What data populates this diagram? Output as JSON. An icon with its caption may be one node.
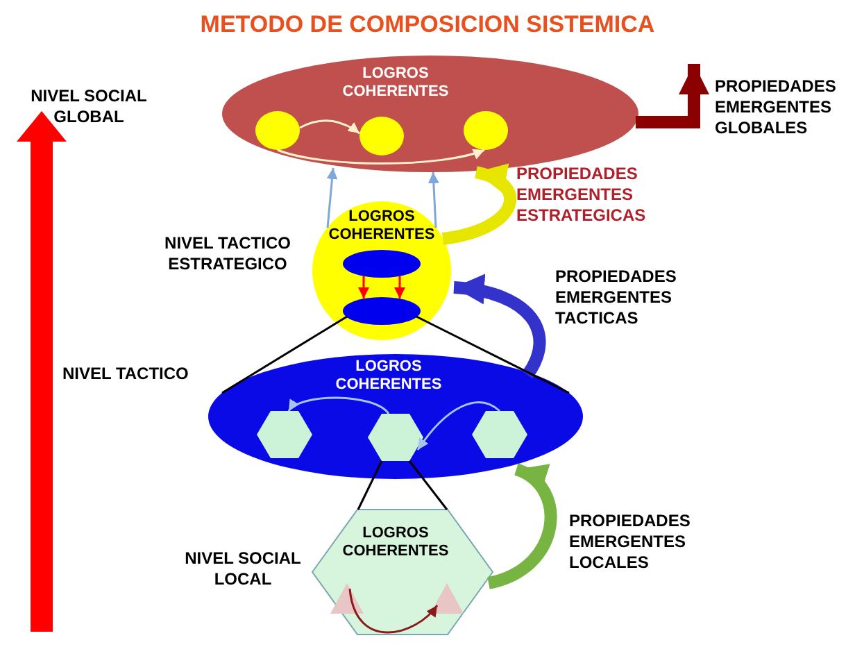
{
  "diagram": {
    "title": "METODO DE COMPOSICION SISTEMICA",
    "nodes": [
      {
        "text": [
          "LOGROS COHERENTES"
        ]
      },
      {
        "text": [],
        "shape": "circle",
        "in": 0
      },
      {
        "text": [],
        "shape": "circle",
        "in": 0
      },
      {
        "text": [],
        "shape": "circle",
        "in": 0
      },
      {
        "text": [
          "LOGROS COHERENTES"
        ]
      },
      {
        "text": [],
        "shape": "ellipse",
        "in": 4
      },
      {
        "text": [],
        "shape": "ellipse",
        "in": 4
      },
      {
        "text": [
          "LOGROS COHERENTES"
        ]
      },
      {
        "text": [],
        "shape": "hexagon",
        "in": 7
      },
      {
        "text": [],
        "shape": "hexagon",
        "in": 7
      },
      {
        "text": [],
        "shape": "hexagon",
        "in": 7
      },
      {
        "text": [
          "LOGROS COHERENTES"
        ]
      },
      {
        "text": [],
        "shape": "triangle",
        "in": 11
      },
      {
        "text": [],
        "shape": "triangle",
        "in": 11
      }
    ],
    "edges": [
      {
        "from": 1,
        "to": 2,
        "arrow": "to",
        "color": "#fff2cc"
      },
      {
        "from": 1,
        "to": 3,
        "arrow": "to",
        "color": "#fff2cc"
      },
      {
        "from": 4,
        "to": 0,
        "arrow": "to",
        "color": "#7fa7d8"
      },
      {
        "from": 4,
        "to": 0,
        "arrow": "to",
        "color": "#7fa7d8"
      },
      {
        "from": 4,
        "to": 0,
        "arrow": "to",
        "style": "thick",
        "color": "#e6e600"
      },
      {
        "from": 5,
        "to": 6,
        "arrow": "to",
        "color": "#ff0000"
      },
      {
        "from": 5,
        "to": 6,
        "arrow": "to",
        "color": "#ff0000"
      },
      {
        "from": 7,
        "to": 4,
        "arrow": "to",
        "style": "thick",
        "color": "#3333cc"
      },
      {
        "from": 6,
        "to": 7,
        "arrow": "none"
      },
      {
        "from": 6,
        "to": 7,
        "arrow": "none"
      },
      {
        "from": 9,
        "to": 8,
        "arrow": "to",
        "color": "#a9c4ec"
      },
      {
        "from": 10,
        "to": 9,
        "arrow": "to",
        "color": "#a9c4ec"
      },
      {
        "from": 11,
        "to": 7,
        "arrow": "to",
        "style": "thick",
        "color": "#77b442"
      },
      {
        "from": 9,
        "to": 11,
        "arrow": "none"
      },
      {
        "from": 9,
        "to": 11,
        "arrow": "none"
      },
      {
        "from": 12,
        "to": 13,
        "arrow": "to",
        "color": "#8b1a1a"
      },
      {
        "from": 0,
        "to": null,
        "arrow": "to",
        "style": "thick",
        "color": "#8b0000"
      }
    ],
    "labels": [
      "NIVEL SOCIAL GLOBAL",
      "PROPIEDADES EMERGENTES GLOBALES",
      "PROPIEDADES EMERGENTES ESTRATEGICAS",
      "NIVEL TACTICO ESTRATEGICO",
      "PROPIEDADES EMERGENTES TACTICAS",
      "NIVEL TACTICO",
      "NIVEL SOCIAL LOCAL",
      "PROPIEDADES EMERGENTES LOCALES"
    ]
  }
}
